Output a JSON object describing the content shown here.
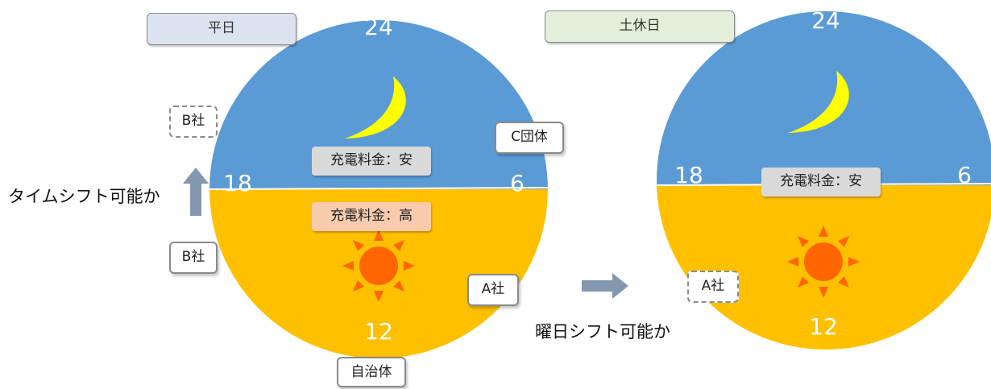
{
  "weekday": {
    "tab_label": "平日",
    "hours": {
      "top": "24",
      "right": "6",
      "bottom": "12",
      "left": "18"
    },
    "night_price": "充電料金：安",
    "day_price": "充電料金：高",
    "entities": {
      "c_group": "C団体",
      "b_company_shifted": "B社",
      "b_company": "B社",
      "a_company": "A社",
      "municipality": "自治体"
    },
    "shift_label": "タイムシフト可能か"
  },
  "holiday": {
    "tab_label": "土休日",
    "hours": {
      "top": "24",
      "right": "6",
      "bottom": "12",
      "left": "18"
    },
    "night_price": "充電料金：安",
    "entities": {
      "a_company": "A社"
    }
  },
  "day_shift_label": "曜日シフト可能か",
  "colors": {
    "night": "#5b9bd5",
    "day": "#ffc000",
    "moon": "#ffff00",
    "sun": "#ff6600",
    "arrow": "#8497b0"
  },
  "icons": [
    "moon-icon",
    "sun-icon",
    "arrow-up-icon",
    "arrow-right-icon"
  ]
}
